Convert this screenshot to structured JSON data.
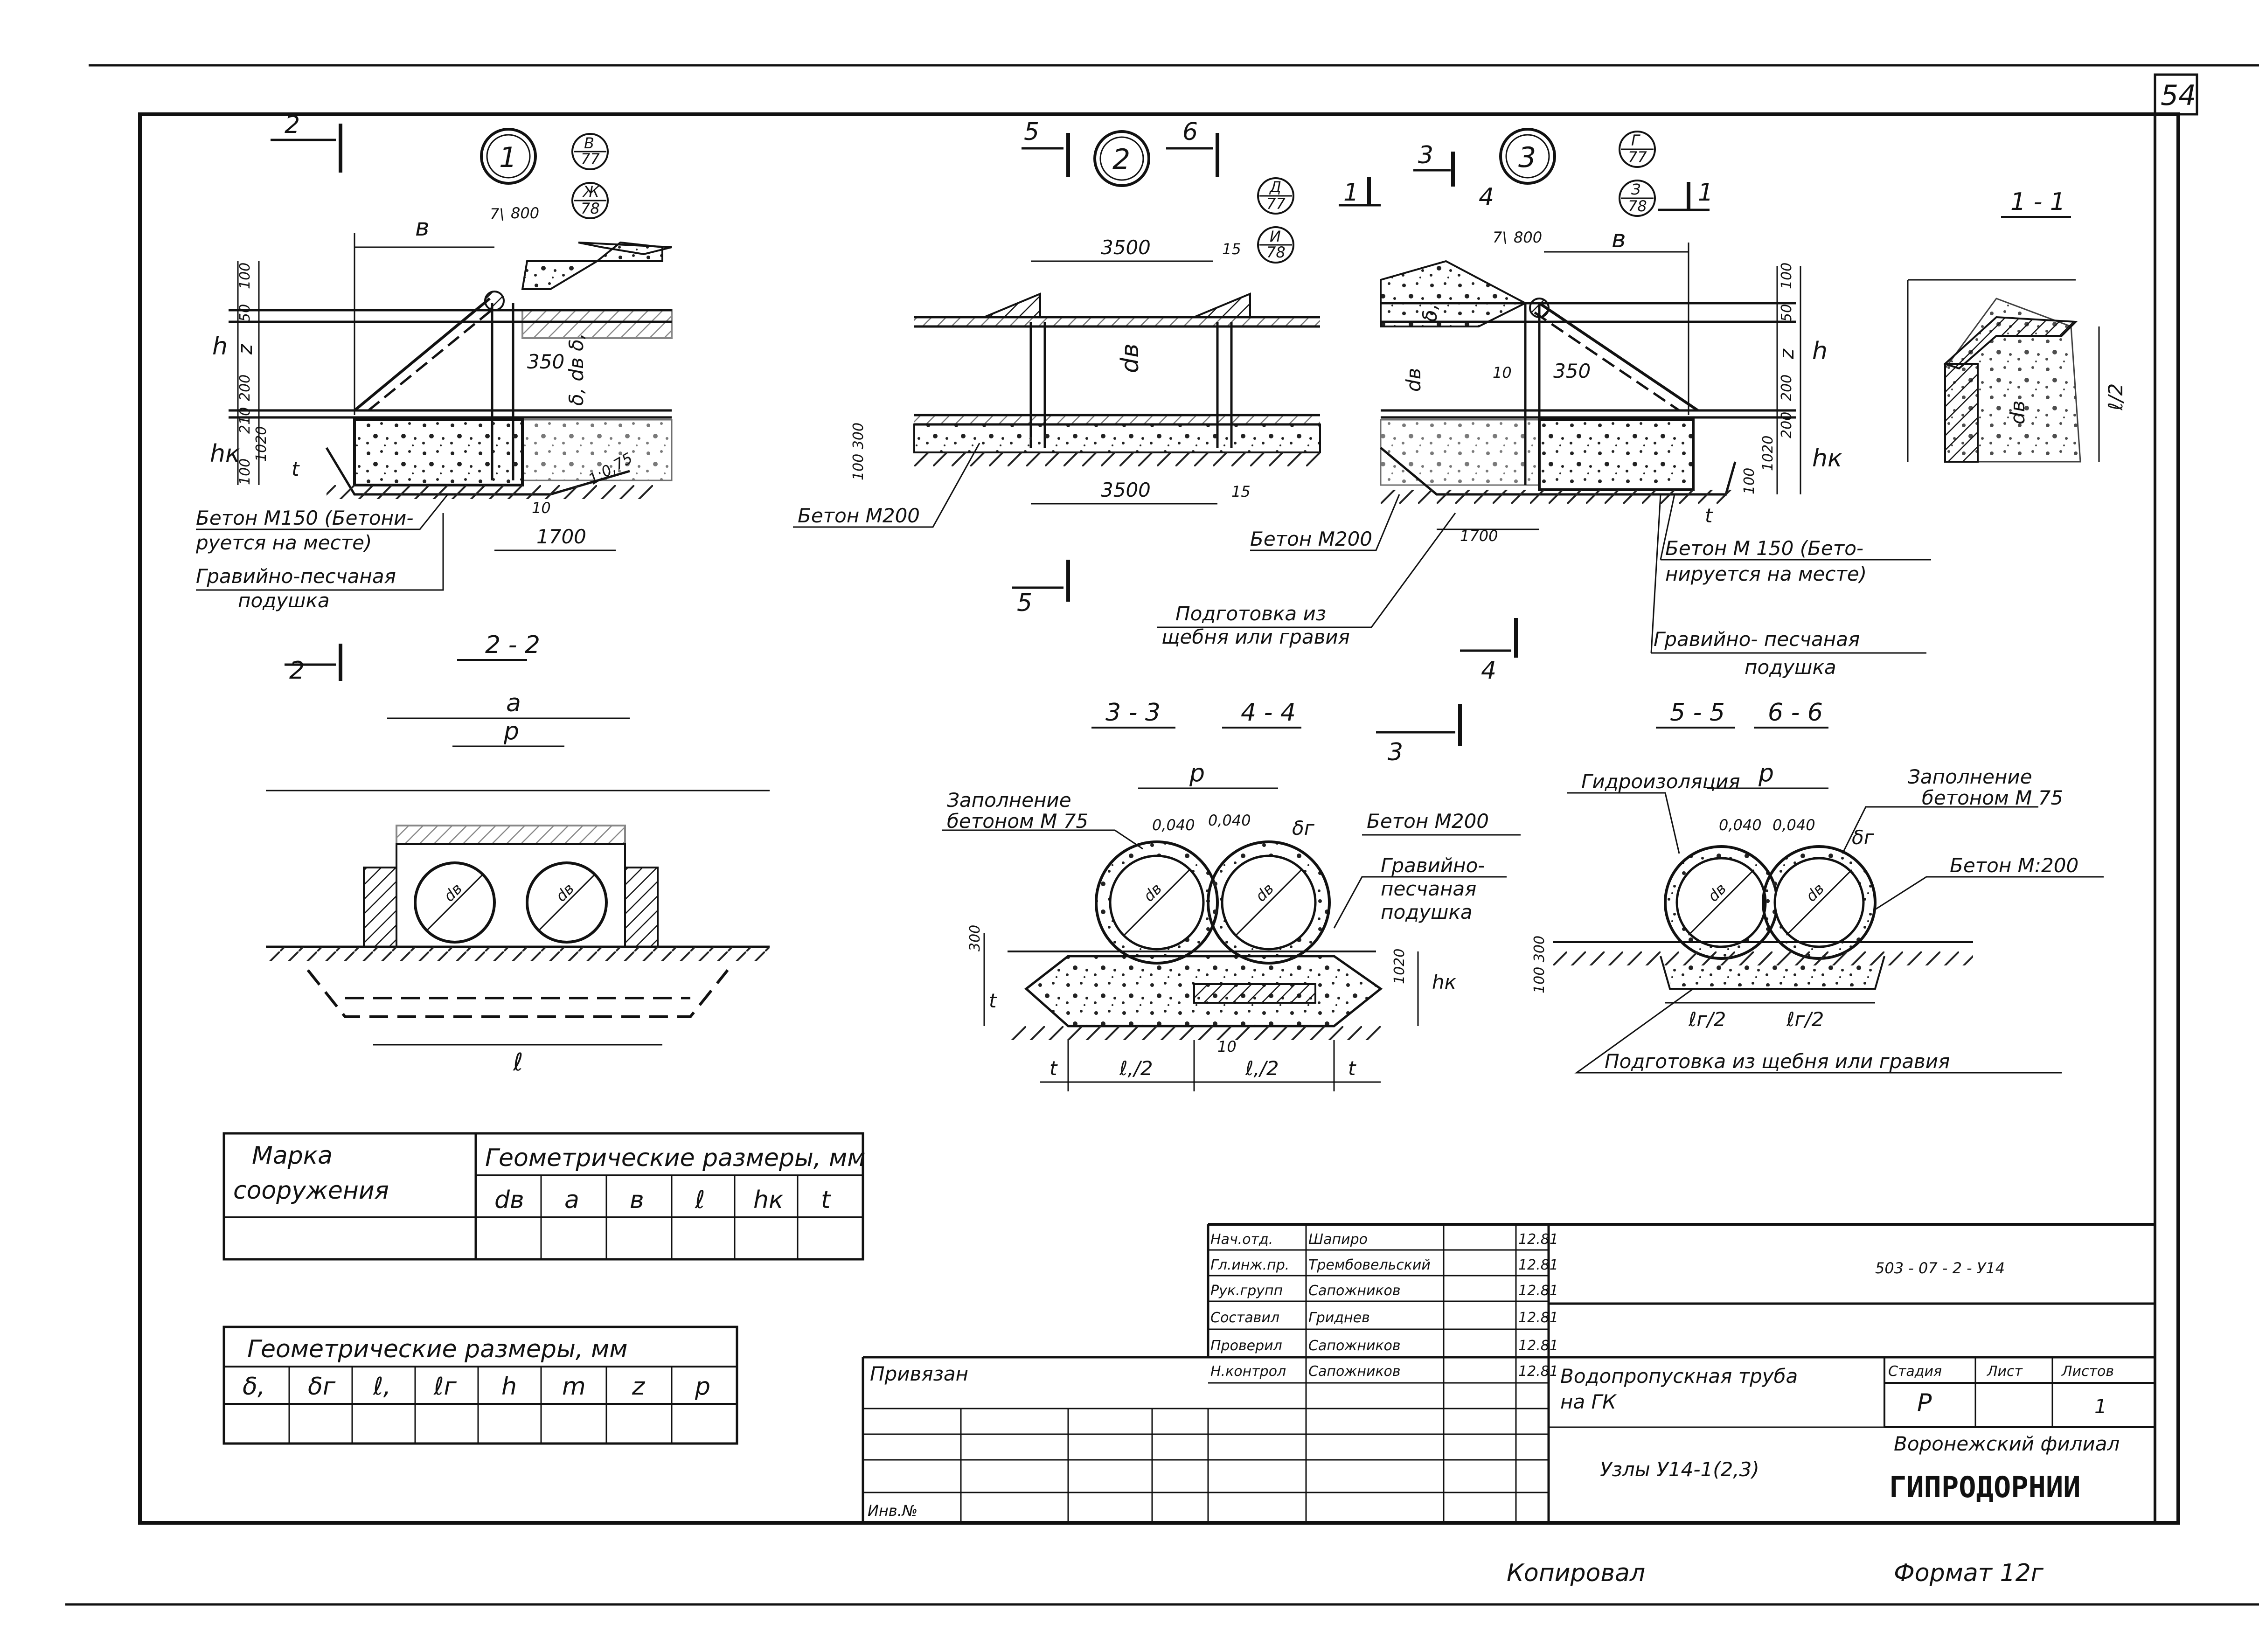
{
  "sheet": {
    "page_number": "54",
    "copied_by": "Копировал",
    "format": "Формат 12г"
  },
  "views": {
    "node1": {
      "number": "1",
      "ref_a_num": "В",
      "ref_a_den": "77",
      "ref_b_num": "Ж",
      "ref_b_den": "78",
      "dim_b": "в",
      "dim_800": "800",
      "dim_71": "7\\",
      "dim_1700": "1700",
      "dim_350": "350",
      "dim_h": "h",
      "dim_hk": "hк",
      "dim_z": "z",
      "dim_t": "t",
      "dim_100_top": "100",
      "dim_50": "50",
      "dim_200": "200",
      "dim_210": "210",
      "dim_1020": "1020",
      "dim_100_bot": "100",
      "dim_delta": "δ, dв δ,",
      "dim_10": "10",
      "slope": "1:0,75",
      "concrete": "Бетон  М150 (Бетони-",
      "concrete2": "руется на месте)",
      "bedding": "Гравийно-песчаная",
      "bedding2": "подушка",
      "section_mark": "2"
    },
    "node2": {
      "number": "2",
      "ref_a_num": "Д",
      "ref_a_den": "77",
      "ref_b_num": "И",
      "ref_b_den": "78",
      "dim_3500_top": "3500",
      "dim_3500_bot": "3500",
      "dim_15a": "15",
      "dim_15b": "15",
      "dim_db": "dв",
      "dim_100_300": "100 300",
      "concrete": "Бетон  М200",
      "section_5": "5",
      "section_6": "6"
    },
    "node3": {
      "number": "3",
      "ref_a_num": "Г",
      "ref_a_den": "77",
      "ref_b_num": "З",
      "ref_b_den": "78",
      "dim_800": "800",
      "dim_b": "в",
      "dim_350": "350",
      "dim_10": "10",
      "dim_1700": "1700",
      "dim_h": "h",
      "dim_hk": "hк",
      "dim_z": "z",
      "dim_db": "dв",
      "dim_t": "t",
      "dim_100": "100",
      "dim_50": "50",
      "dim_200a": "200",
      "dim_200b": "200",
      "dim_1020": "1020",
      "dim_100b": "100",
      "dim_delta": "δ,",
      "dim_71": "7\\",
      "dim_1": "1",
      "dim_4": "4",
      "dim_3": "3",
      "concrete_left": "Бетон М200",
      "prep": "Подготовка из",
      "prep2": "щебня или гравия",
      "concrete": "Бетон  М 150 (Бето-",
      "concrete2": "нируется на месте)",
      "bedding": "Гравийно- песчаная",
      "bedding2": "подушка"
    },
    "sec11": {
      "title": "1 - 1",
      "dim_l2": "ℓ/2",
      "dim_db": "dв"
    },
    "sec22": {
      "title": "2 - 2",
      "dim_a": "a",
      "dim_p": "р",
      "dim_l": "ℓ",
      "dim_db": "dв",
      "mark_2": "2"
    },
    "sec33": {
      "title_a": "3 - 3",
      "title_b": "4 - 4",
      "fill": "Заполнение",
      "fill2": "бетоном  М 75",
      "concrete": "Бетон  М200",
      "bedding": "Гравийно-",
      "bedding2": "песчаная",
      "bedding3": "подушка",
      "dim_p": "р",
      "dim_0040a": "0,040",
      "dim_0040b": "0,040",
      "dim_dg": "δг",
      "dim_db": "dв",
      "dim_l1": "ℓ,/2",
      "dim_l2": "ℓ,/2",
      "dim_t1": "t",
      "dim_t2": "t",
      "dim_1020": "1020",
      "dim_hk": "hк",
      "dim_10": "10",
      "dim_300": "300",
      "mark_3": "3"
    },
    "sec55": {
      "title_a": "5 - 5",
      "title_b": "6 - 6",
      "waterproof": "Гидроизоляция",
      "fill": "Заполнение",
      "fill2": "бетоном  М 75",
      "concrete": "Бетон  М:200",
      "prep": "Подготовка из щебня или гравия",
      "dim_p": "р",
      "dim_0040a": "0,040",
      "dim_0040b": "0,040",
      "dim_dg": "δг",
      "dim_db": "dв",
      "dim_l1": "ℓг/2",
      "dim_l2": "ℓг/2",
      "dim_100_300": "100 300"
    }
  },
  "table1": {
    "header_mark": "Марка",
    "header_mark2": "сооружения",
    "header_geom": "Геометрические  размеры, мм",
    "cols": [
      "dв",
      "a",
      "в",
      "ℓ",
      "hк",
      "t"
    ]
  },
  "table2": {
    "header": "Геометрические  размеры,  мм",
    "cols": [
      "δ,",
      "δг",
      "ℓ,",
      "ℓг",
      "h",
      "m",
      "z",
      "р"
    ]
  },
  "title_block": {
    "doc_code": "503 - 07 - 2 - У14",
    "signers": [
      {
        "role": "Нач.отд.",
        "name": "Шапиро",
        "date": "12.81"
      },
      {
        "role": "Гл.инж.пр.",
        "name": "Трембовельский",
        "date": "12.81"
      },
      {
        "role": "Рук.групп",
        "name": "Сапожников",
        "date": "12.81"
      },
      {
        "role": "Составил",
        "name": "Гриднев",
        "date": "12.81"
      },
      {
        "role": "Проверил",
        "name": "Сапожников",
        "date": "12.81"
      },
      {
        "role": "Н.контрол",
        "name": "Сапожников",
        "date": "12.81"
      }
    ],
    "privyazan": "Привязан",
    "inv": "Инв.№",
    "title_line1": "Водопропускная труба",
    "title_line2": "на ГК",
    "subtitle": "Узлы  У14-1(2,3)",
    "stage_label": "Стадия",
    "sheet_label": "Лист",
    "sheets_label": "Листов",
    "stage_value": "Р",
    "sheets_value": "1",
    "org_line1": "Воронежский филиал",
    "org_line2": "ГИПРОДОРНИИ"
  }
}
